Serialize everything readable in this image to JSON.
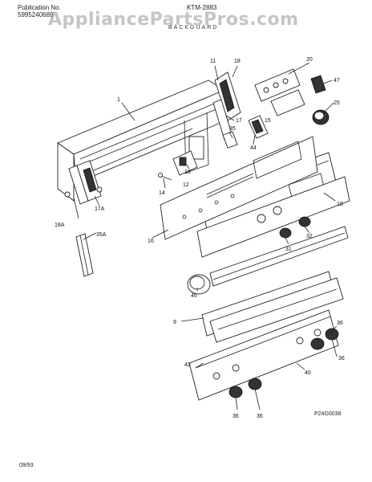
{
  "header": {
    "publication_label": "Publication No.",
    "publication_number": "5995240689",
    "model": "KTM-2883",
    "section": "BACKGUARD"
  },
  "watermark": "AppliancePartsPros.com",
  "footer": {
    "date": "09/93",
    "diagram_code": "P24G0038"
  },
  "callouts": [
    {
      "id": "c1",
      "text": "1"
    },
    {
      "id": "c11",
      "text": "11"
    },
    {
      "id": "c18",
      "text": "18"
    },
    {
      "id": "c20",
      "text": "20"
    },
    {
      "id": "c47",
      "text": "47"
    },
    {
      "id": "c25",
      "text": "25"
    },
    {
      "id": "c17",
      "text": "17"
    },
    {
      "id": "c15",
      "text": "15"
    },
    {
      "id": "c35",
      "text": "35"
    },
    {
      "id": "c44",
      "text": "44"
    },
    {
      "id": "c13",
      "text": "13"
    },
    {
      "id": "c12",
      "text": "12"
    },
    {
      "id": "c14",
      "text": "14"
    },
    {
      "id": "c17A",
      "text": "17A"
    },
    {
      "id": "c18A",
      "text": "18A"
    },
    {
      "id": "c35A",
      "text": "35A"
    },
    {
      "id": "c19",
      "text": "19"
    },
    {
      "id": "c16",
      "text": "16"
    },
    {
      "id": "c32",
      "text": "32"
    },
    {
      "id": "c31",
      "text": "31"
    },
    {
      "id": "c46",
      "text": "46"
    },
    {
      "id": "c9",
      "text": "9"
    },
    {
      "id": "c36a",
      "text": "36"
    },
    {
      "id": "c36b",
      "text": "36"
    },
    {
      "id": "c42",
      "text": "42"
    },
    {
      "id": "c40",
      "text": "40"
    },
    {
      "id": "c36c",
      "text": "36"
    },
    {
      "id": "c36d",
      "text": "36"
    }
  ]
}
